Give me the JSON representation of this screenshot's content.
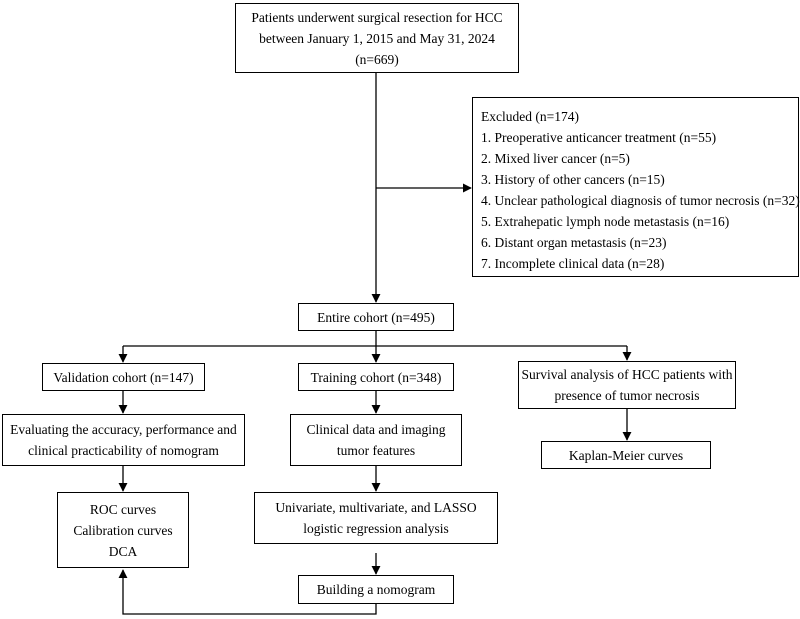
{
  "boxes": {
    "top": [
      "Patients underwent surgical resection for HCC",
      "between January 1, 2015 and May 31, 2024",
      "(n=669)"
    ],
    "excluded": [
      "Excluded (n=174)",
      "1. Preoperative anticancer treatment (n=55)",
      "2. Mixed liver cancer (n=5)",
      "3. History of other cancers (n=15)",
      "4. Unclear pathological diagnosis of tumor necrosis (n=32)",
      "5. Extrahepatic lymph node metastasis (n=16)",
      "6. Distant organ metastasis (n=23)",
      "7. Incomplete clinical data (n=28)"
    ],
    "entire": [
      "Entire cohort (n=495)"
    ],
    "validation": [
      "Validation cohort (n=147)"
    ],
    "training": [
      "Training cohort (n=348)"
    ],
    "survival": [
      "Survival analysis of HCC patients with",
      "presence of tumor necrosis"
    ],
    "evaluating": [
      "Evaluating the accuracy, performance and",
      "clinical practicability of nomogram"
    ],
    "clinical": [
      "Clinical data and imaging",
      "tumor features"
    ],
    "kaplan": [
      "Kaplan-Meier curves"
    ],
    "roc": [
      "ROC curves",
      "Calibration curves",
      "DCA"
    ],
    "regression": [
      "Univariate, multivariate, and LASSO",
      "logistic regression analysis"
    ],
    "nomogram": [
      "Building a nomogram"
    ]
  },
  "colors": {
    "line": "#000000",
    "background": "#ffffff"
  }
}
